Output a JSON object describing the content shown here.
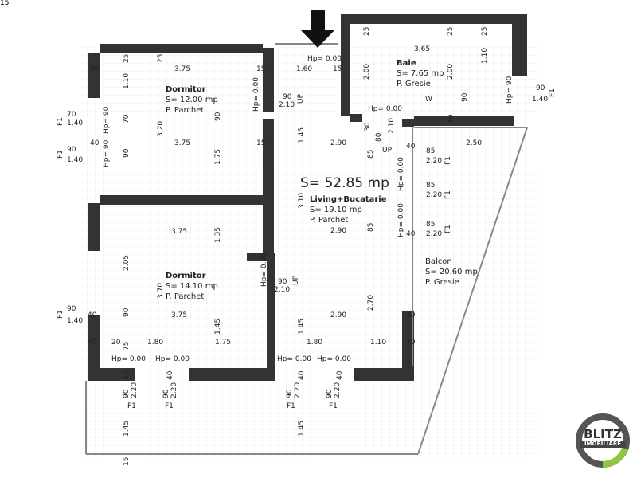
{
  "total_area": "S= 52.85 mp",
  "rooms": [
    {
      "name": "Dormitor",
      "area": "S= 12.00 mp",
      "floor": "P. Parchet"
    },
    {
      "name": "Baie",
      "area": "S= 7.65 mp",
      "floor": "P. Gresie"
    },
    {
      "name": "Living+Bucatarie",
      "area": "S= 19.10 mp",
      "floor": "P. Parchet"
    },
    {
      "name": "Dormitor",
      "area": "S= 14.10 mp",
      "floor": "P. Parchet"
    },
    {
      "name": "Balcon",
      "area": "S= 20.60 mp",
      "floor": "P. Gresie"
    }
  ],
  "labels": [
    "3.75",
    "25",
    "25",
    "1.10",
    "70",
    "90",
    "3.20",
    "3.75",
    "15",
    "15",
    "90",
    "1.75",
    "40",
    "40",
    "F1",
    "1.40",
    "70",
    "F1",
    "1.40",
    "90",
    "Hp= 90",
    "Hp= 90",
    "Hp= 0.00",
    "1.60",
    "15",
    "90",
    "2.10",
    "UP",
    "Hp= 0.00",
    "25",
    "25",
    "25",
    "2.00",
    "2.00",
    "3.65",
    "1.10",
    "90",
    "Hp= 90",
    "W",
    "Hp= 0.00",
    "40",
    "90",
    "1.40",
    "F1",
    "2.90",
    "85",
    "85",
    "3.10",
    "2.90",
    "1.45",
    "30",
    "80",
    "2.10",
    "UP",
    "Hp= 0.00",
    "Hp= 0.00",
    "40",
    "40",
    "2.50",
    "85",
    "2.20",
    "F1",
    "85",
    "2.20",
    "F1",
    "85",
    "2.20",
    "F1",
    "3.75",
    "2.05",
    "1.35",
    "3.70",
    "3.75",
    "90",
    "40",
    "F1",
    "1.40",
    "90",
    "40",
    "1.45",
    "20",
    "1.80",
    "1.75",
    "75",
    "Hp= 0.00",
    "Hp= 0.00",
    "Hp= 0.00",
    "90",
    "2.10",
    "UP",
    "1.45",
    "2.90",
    "2.70",
    "1.80",
    "1.10",
    "Hp= 0.00",
    "Hp= 0.00",
    "40",
    "40",
    "40",
    "40",
    "40",
    "40",
    "90",
    "2.20",
    "90",
    "2.20",
    "90",
    "2.20",
    "90",
    "2.20",
    "F1",
    "F1",
    "F1",
    "F1",
    "1.45",
    "1.45",
    "15",
    "15",
    "15"
  ],
  "logo": {
    "name": "BLITZ",
    "sub": "IMOBILIARE",
    "colors": [
      "#555555",
      "#8dc63f"
    ]
  },
  "colors": {
    "wall": "#333333",
    "grid": "#dddddd"
  }
}
